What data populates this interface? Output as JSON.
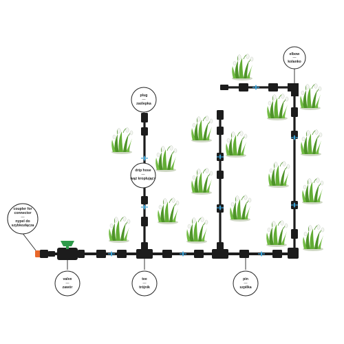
{
  "labels": {
    "elbow": {
      "en": "elbow",
      "sep": "—",
      "pl": "kolanko"
    },
    "plug": {
      "en": "plug",
      "sep": "—",
      "pl": "zaślepka"
    },
    "drip_hose": {
      "en": "drip hose",
      "sep": "—",
      "pl": "wąż kroplujący"
    },
    "coupler": {
      "en1": "coupler for",
      "en2": "connector",
      "sep": "—",
      "pl1": "nypel do",
      "pl2": "szybkozłącza"
    },
    "valve": {
      "en": "valve",
      "sep": "—",
      "pl": "zawór"
    },
    "tee": {
      "en": "tee",
      "sep": "—",
      "pl": "trójnik"
    },
    "pin": {
      "en": "pin",
      "sep": "—",
      "pl": "szpilka"
    }
  },
  "colors": {
    "pipe": "#1c1c1c",
    "fitting_blue": "#3ba3d8",
    "valve_green": "#2e9a4a",
    "coupler_orange": "#e8672a",
    "leaf_green": "#5aa02c",
    "flower_white": "#f4f6f2",
    "label_circle_border": "#222222"
  }
}
